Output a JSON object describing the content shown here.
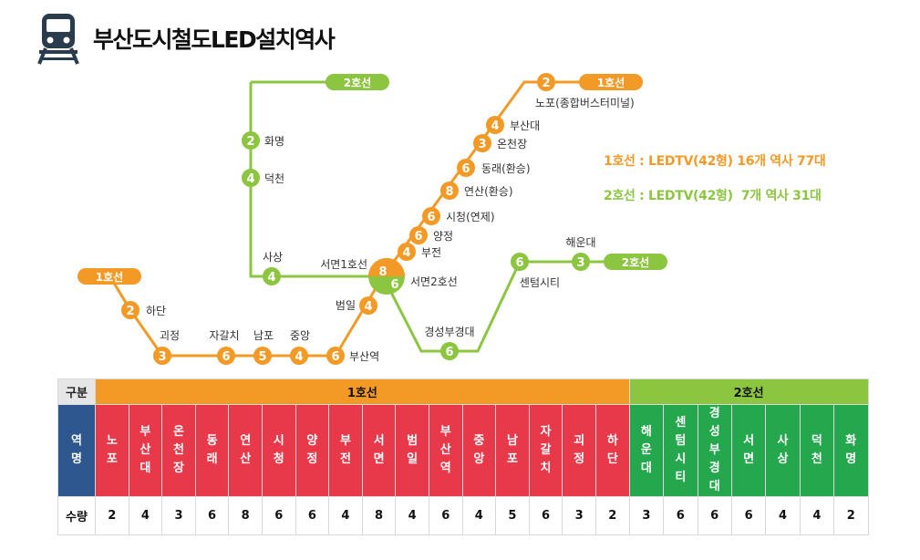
{
  "title": "부산도시철도LED설치역사",
  "icon": "train-icon",
  "colors": {
    "line1": "#f39a26",
    "line2": "#8cc540",
    "red": "#e8394a",
    "green": "#25a74e",
    "navy": "#2e578f"
  },
  "map": {
    "line1_tags": [
      "1호선",
      "1호선"
    ],
    "line2_tags": [
      "2호선",
      "2호선"
    ],
    "line1_stations": [
      {
        "name": "하단",
        "count": "2"
      },
      {
        "name": "괴정",
        "count": "3"
      },
      {
        "name": "자갈치",
        "count": "6"
      },
      {
        "name": "남포",
        "count": "5"
      },
      {
        "name": "중앙",
        "count": "4"
      },
      {
        "name": "부산역",
        "count": "6"
      },
      {
        "name": "범일",
        "count": "4"
      },
      {
        "name": "부전",
        "count": "4"
      },
      {
        "name": "양정",
        "count": "6"
      },
      {
        "name": "시청(연제)",
        "count": "6"
      },
      {
        "name": "연산(환승)",
        "count": "8"
      },
      {
        "name": "동래(환승)",
        "count": "6"
      },
      {
        "name": "온천장",
        "count": "3"
      },
      {
        "name": "부산대",
        "count": "4"
      },
      {
        "name": "노포(종합버스터미널)",
        "count": "2"
      }
    ],
    "line2_stations": [
      {
        "name": "화명",
        "count": "2"
      },
      {
        "name": "덕천",
        "count": "4"
      },
      {
        "name": "사상",
        "count": "4"
      },
      {
        "name": "경성부경대",
        "count": "6"
      },
      {
        "name": "센텀시티",
        "count": "6"
      },
      {
        "name": "해운대",
        "count": "3"
      }
    ],
    "seomyeon": {
      "line1_label": "서면1호선",
      "line1_count": "8",
      "line2_label": "서면2호선",
      "line2_count": "6"
    }
  },
  "legend": {
    "line1": "1호선 : LEDTV(42형) 16개 역사 77대",
    "line2": "2호선 : LEDTV(42형)  7개 역사 31대"
  },
  "table": {
    "corner_label": "구분",
    "line1_label": "1호선",
    "line2_label": "2호선",
    "name_row_label": "역명",
    "count_row_label": "수량",
    "line1": [
      {
        "name": "노포",
        "count": "2"
      },
      {
        "name": "부산대",
        "count": "4"
      },
      {
        "name": "온천장",
        "count": "3"
      },
      {
        "name": "동래",
        "count": "6"
      },
      {
        "name": "연산",
        "count": "8"
      },
      {
        "name": "시청",
        "count": "6"
      },
      {
        "name": "양정",
        "count": "6"
      },
      {
        "name": "부전",
        "count": "4"
      },
      {
        "name": "서면",
        "count": "8"
      },
      {
        "name": "범일",
        "count": "4"
      },
      {
        "name": "부산역",
        "count": "6"
      },
      {
        "name": "중앙",
        "count": "4"
      },
      {
        "name": "남포",
        "count": "5"
      },
      {
        "name": "자갈치",
        "count": "6"
      },
      {
        "name": "괴정",
        "count": "3"
      },
      {
        "name": "하단",
        "count": "2"
      }
    ],
    "line2": [
      {
        "name": "해운대",
        "count": "3"
      },
      {
        "name": "센텀시티",
        "count": "6"
      },
      {
        "name": "경성부경대",
        "count": "6"
      },
      {
        "name": "서면",
        "count": "6"
      },
      {
        "name": "사상",
        "count": "4"
      },
      {
        "name": "덕천",
        "count": "4"
      },
      {
        "name": "화명",
        "count": "2"
      }
    ]
  }
}
